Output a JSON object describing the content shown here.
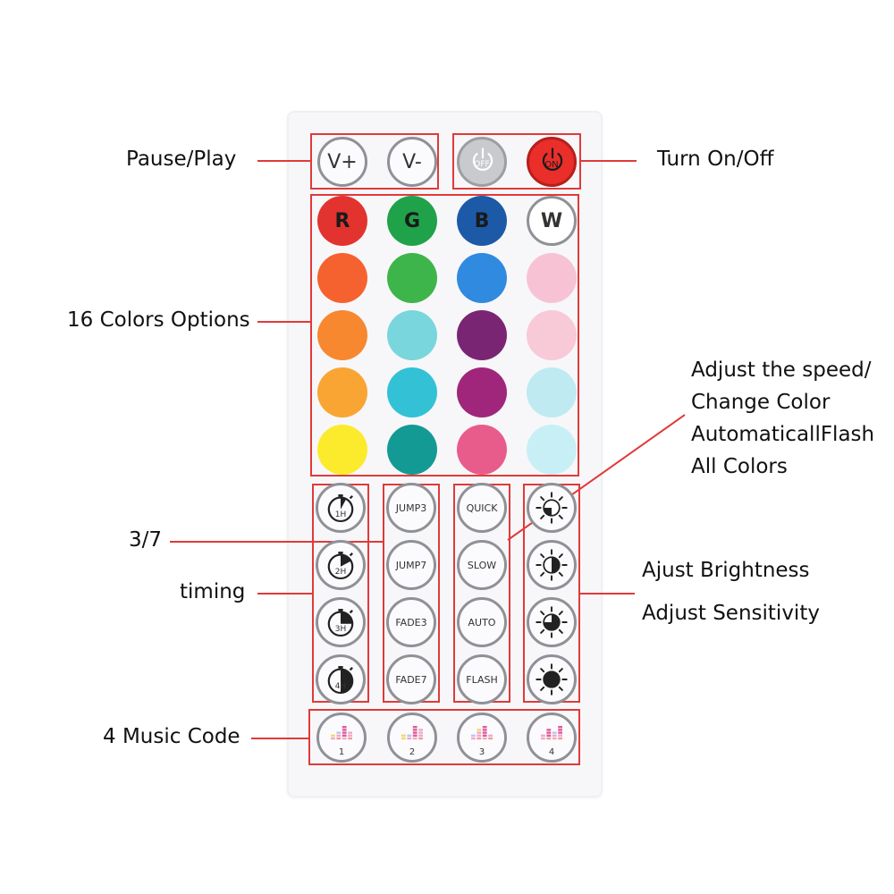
{
  "labels": {
    "pause_play": "Pause/Play",
    "turn_on_off": "Turn On/Off",
    "colors_options": "16 Colors Options",
    "adjust_speed_1": "Adjust the speed/",
    "adjust_speed_2": "Change Color",
    "adjust_speed_3": "AutomaticallFlash",
    "adjust_speed_4": "All Colors",
    "three_seven": "3/7",
    "timing": "timing",
    "ajust_brightness": "Ajust Brightness",
    "adjust_sensitivity": "Adjust Sensitivity",
    "music_code": "4 Music Code"
  },
  "buttons": {
    "vplus": "V+",
    "vminus": "V-",
    "off": "OFF",
    "on": "ON",
    "r": "R",
    "g": "G",
    "b": "B",
    "w": "W",
    "jump3": "JUMP3",
    "jump7": "JUMP7",
    "fade3": "FADE3",
    "fade7": "FADE7",
    "quick": "QUICK",
    "slow": "SLOW",
    "auto": "AUTO",
    "flash": "FLASH",
    "timer_1h": "1H",
    "timer_2h": "2H",
    "timer_3h": "3H",
    "timer_4h": "4H",
    "music_1": "1",
    "music_2": "2",
    "music_3": "3",
    "music_4": "4"
  },
  "colors": {
    "accent_red": "#e03a3a",
    "row1": [
      "#e3332f",
      "#1fa24a",
      "#1c5aa8",
      "#ffffff"
    ],
    "row2": [
      "#f6622f",
      "#3db54a",
      "#2f8ae0",
      "#f7c3d4"
    ],
    "row3": [
      "#f7882f",
      "#78d6dc",
      "#7a2574",
      "#f8c9d6"
    ],
    "row4": [
      "#f8a533",
      "#33c1d6",
      "#a0267c",
      "#bfeaf2"
    ],
    "row5": [
      "#fbeb2c",
      "#149a94",
      "#e85c8c",
      "#c8eff6"
    ]
  }
}
